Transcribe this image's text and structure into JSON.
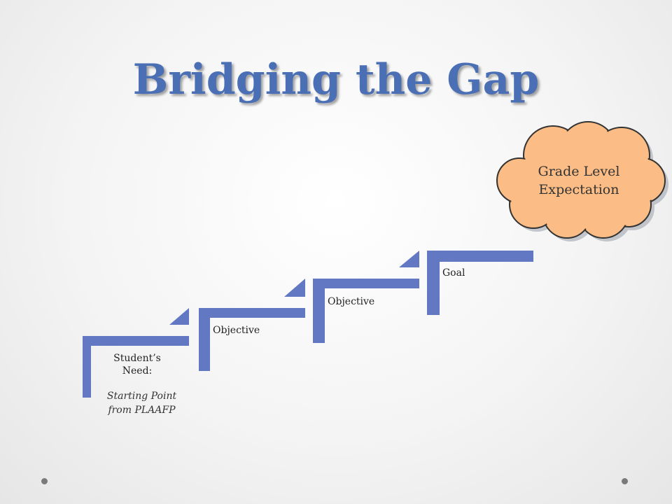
{
  "title": "Bridging the Gap",
  "colors": {
    "title": "#4a6fb5",
    "step": "#6278c2",
    "cloud_fill": "#fbbd85",
    "cloud_stroke": "#333333"
  },
  "steps": [
    {
      "label": "Student’s Need:",
      "sublabel": "Starting Point from PLAAFP"
    },
    {
      "label": "Objective"
    },
    {
      "label": "Objective"
    },
    {
      "label": "Goal"
    }
  ],
  "cloud": {
    "text": "Grade Level Expectation"
  },
  "icons": {
    "corner_dot": "circle-dot-icon"
  }
}
